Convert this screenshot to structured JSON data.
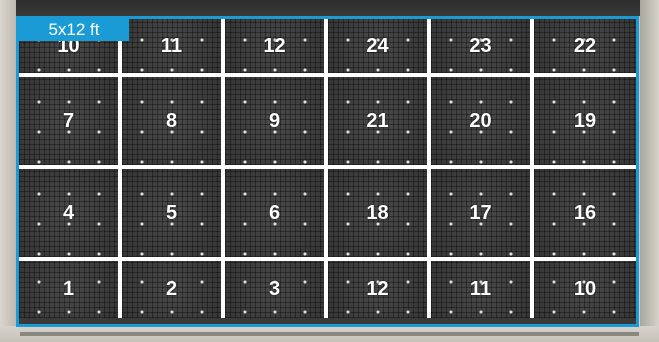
{
  "wall_label": "5x12 ft",
  "colors": {
    "accent": "#1b9bd6",
    "grid_line": "#ffffff",
    "tile": "#3e3e3e"
  },
  "rows": [
    {
      "tiles": [
        "10",
        "11",
        "12",
        "24",
        "23",
        "22"
      ]
    },
    {
      "tiles": [
        "7",
        "8",
        "9",
        "21",
        "20",
        "19"
      ]
    },
    {
      "tiles": [
        "4",
        "5",
        "6",
        "18",
        "17",
        "16"
      ]
    },
    {
      "tiles": [
        "1",
        "2",
        "3",
        "12",
        "11",
        "10"
      ]
    }
  ]
}
